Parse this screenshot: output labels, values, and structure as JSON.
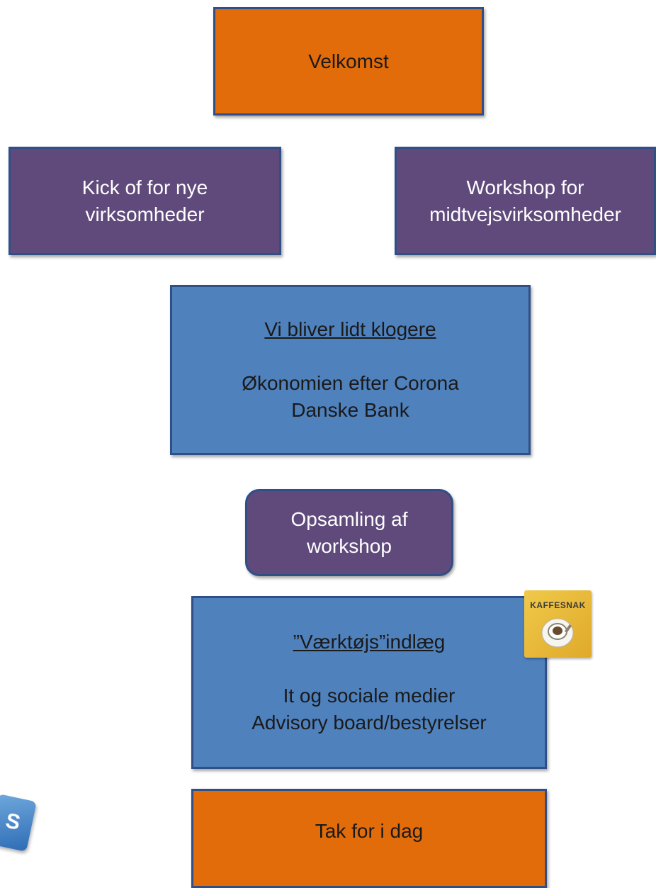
{
  "boxes": {
    "velkomst": {
      "text": "Velkomst"
    },
    "kickoff": {
      "line1": "Kick of for nye",
      "line2": "virksomheder"
    },
    "workshop": {
      "line1": "Workshop for",
      "line2": "midtvejsvirksomheder"
    },
    "klogere": {
      "title": "Vi bliver lidt klogere",
      "line1": "Økonomien efter Corona",
      "line2": "Danske Bank"
    },
    "opsamling": {
      "line1": "Opsamling af",
      "line2": "workshop"
    },
    "vaerktoj": {
      "title": "”Værktøjs”indlæg",
      "line1": "It og sociale medier",
      "line2": "Advisory board/bestyrelser"
    },
    "tak": {
      "text": "Tak for i dag"
    }
  },
  "kaffe_image": {
    "label": "KAFFESNAK"
  },
  "colors": {
    "orange": "#e36c0a",
    "purple": "#604a7b",
    "blue": "#4f81bd",
    "border": "#2f4f86"
  }
}
